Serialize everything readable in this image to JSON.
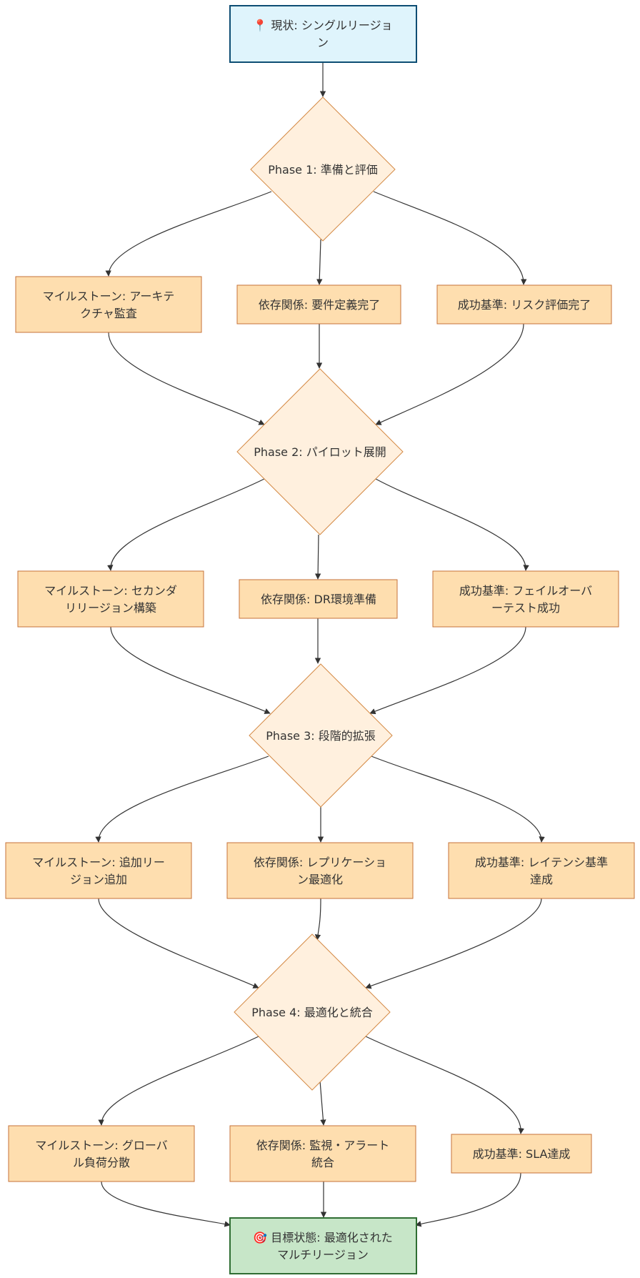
{
  "nodes": {
    "start": {
      "icon": "📍",
      "lines": [
        "📍 現状: シングルリージョ",
        "ン"
      ]
    },
    "phase1": {
      "label": "Phase 1: 準備と評価"
    },
    "p1_milestone": {
      "lines": [
        "マイルストーン: アーキテ",
        "クチャ監査"
      ]
    },
    "p1_dependency": {
      "label": "依存関係: 要件定義完了"
    },
    "p1_success": {
      "label": "成功基準: リスク評価完了"
    },
    "phase2": {
      "label": "Phase 2: パイロット展開"
    },
    "p2_milestone": {
      "lines": [
        "マイルストーン: セカンダ",
        "リリージョン構築"
      ]
    },
    "p2_dependency": {
      "label": "依存関係: DR環境準備"
    },
    "p2_success": {
      "lines": [
        "成功基準: フェイルオーバ",
        "ーテスト成功"
      ]
    },
    "phase3": {
      "label": "Phase 3: 段階的拡張"
    },
    "p3_milestone": {
      "lines": [
        "マイルストーン: 追加リー",
        "ジョン追加"
      ]
    },
    "p3_dependency": {
      "lines": [
        "依存関係: レプリケーショ",
        "ン最適化"
      ]
    },
    "p3_success": {
      "lines": [
        "成功基準: レイテンシ基準",
        "達成"
      ]
    },
    "phase4": {
      "label": "Phase 4: 最適化と統合"
    },
    "p4_milestone": {
      "lines": [
        "マイルストーン: グローバ",
        "ル負荷分散"
      ]
    },
    "p4_dependency": {
      "lines": [
        "依存関係: 監視・アラート",
        "統合"
      ]
    },
    "p4_success": {
      "label": "成功基準: SLA達成"
    },
    "goal": {
      "icon": "🎯",
      "lines": [
        "🎯 目標状態: 最適化された",
        "マルチリージョン"
      ]
    }
  },
  "colors": {
    "start_fill": "#dff4fc",
    "start_stroke": "#0d4d73",
    "phase_fill": "#fff0de",
    "phase_stroke": "#d48a45",
    "task_fill": "#fedeaf",
    "task_stroke": "#c5723a",
    "goal_fill": "#c7e6c8",
    "goal_stroke": "#2f6e33",
    "edge": "#333333"
  }
}
